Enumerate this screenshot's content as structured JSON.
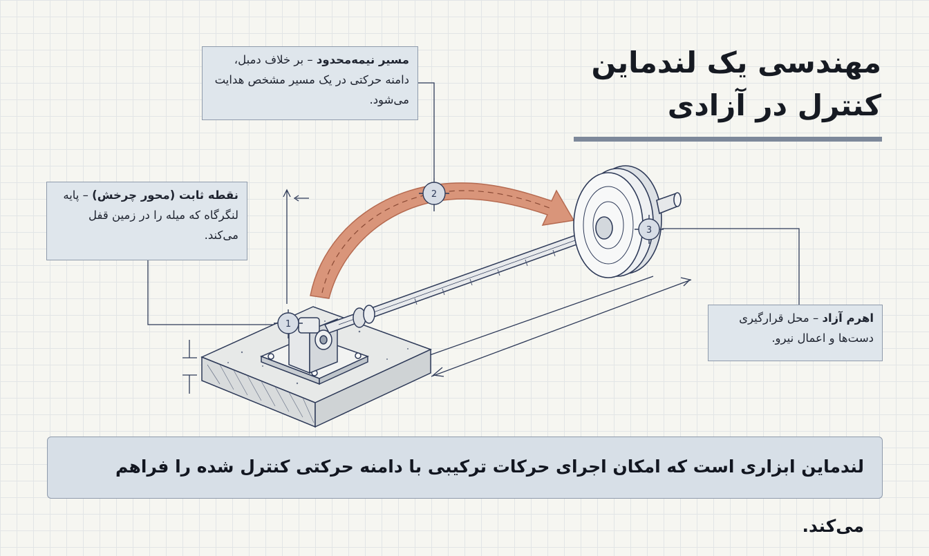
{
  "title": {
    "line1": "مهندسی یک لندماین",
    "line2": "کنترل در آزادی"
  },
  "callouts": {
    "c1": {
      "heading": "نقطه ثابت (محور چرخش)",
      "text": "پایه لنگرگاه که میله را در زمین قفل می‌کند.",
      "marker": "1"
    },
    "c2": {
      "heading": "مسیر نیمه‌محدود",
      "text": "بر خلاف دمبل، دامنه حرکتی در یک مسیر مشخص هدایت می‌شود.",
      "marker": "2"
    },
    "c3": {
      "heading": "اهرم آزاد",
      "text": "محل قرارگیری دست‌ها و اعمال نیرو.",
      "marker": "3"
    }
  },
  "dash": " – ",
  "banner": "لندماین ابزاری است که امکان اجرای حرکات ترکیبی با دامنه حرکتی کنترل شده را فراهم می‌کند.",
  "colors": {
    "arc_fill": "#d9957a",
    "arc_stroke": "#b56a50",
    "ink": "#2e3a58",
    "panel": "#dfe6ec",
    "rule": "#7d889a"
  }
}
